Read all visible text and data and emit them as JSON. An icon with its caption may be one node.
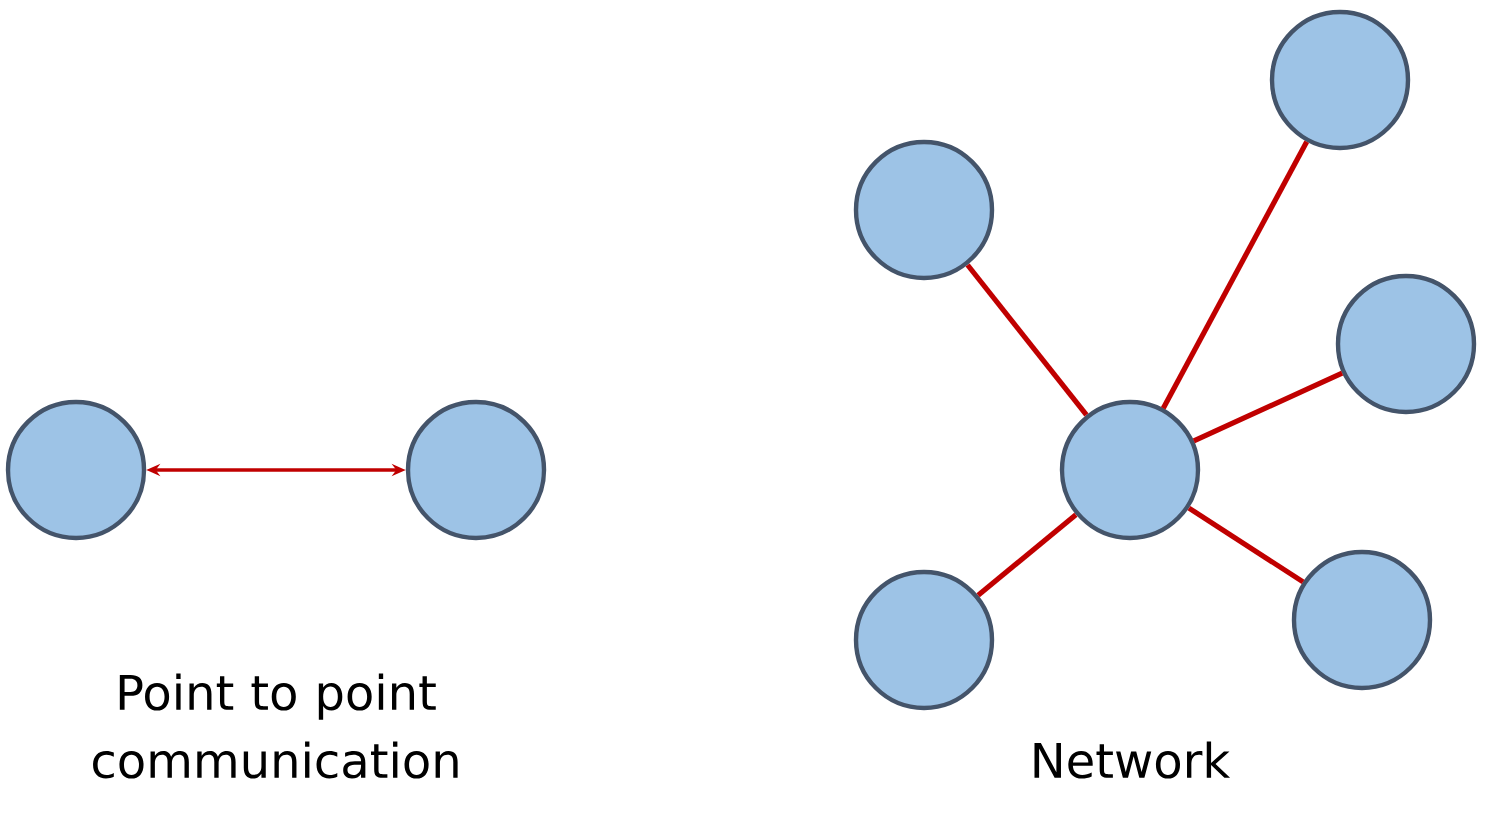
{
  "diagram": {
    "nodes": [
      {
        "text": [],
        "shape": "circle"
      },
      {
        "text": [],
        "shape": "circle"
      },
      {
        "text": [],
        "shape": "circle"
      },
      {
        "text": [],
        "shape": "circle"
      },
      {
        "text": [],
        "shape": "circle"
      },
      {
        "text": [],
        "shape": "circle"
      },
      {
        "text": [],
        "shape": "circle"
      },
      {
        "text": [],
        "shape": "circle"
      }
    ],
    "edges": [
      {
        "from": 0,
        "to": 1,
        "arrow": "both",
        "color": "#c00000"
      },
      {
        "from": 4,
        "to": 2,
        "arrow": "none",
        "color": "#c00000"
      },
      {
        "from": 4,
        "to": 5,
        "arrow": "none",
        "color": "#c00000"
      },
      {
        "from": 4,
        "to": 7,
        "arrow": "none",
        "color": "#c00000"
      },
      {
        "from": 4,
        "to": 3,
        "arrow": "none",
        "color": "#c00000"
      },
      {
        "from": 4,
        "to": 6,
        "arrow": "none",
        "color": "#c00000"
      }
    ],
    "labels": [
      "Point to point communication",
      "Network"
    ]
  }
}
